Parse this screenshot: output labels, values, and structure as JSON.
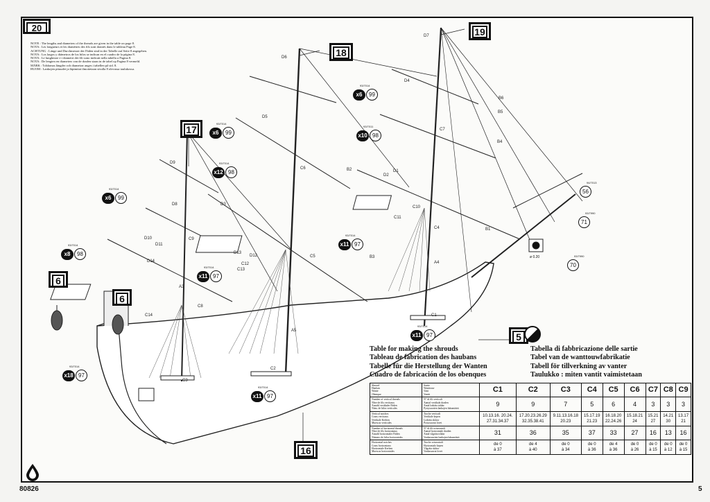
{
  "page": {
    "step": "20",
    "catalog_no": "80826",
    "page_no": "5"
  },
  "notes": [
    "NOTE : The lengths and diameters of the threads are given in the table on page 8.",
    "NOTA : Les longueurs et les diamètres des fils sont donnés dans le tableau Page 8.",
    "ACHTUNG : Länge und Durchmesser der Fäden sind in der Tabelle auf Seite 8 angegeben.",
    "NOTA : Los largos y diámetros de los hilos se indican en el cuadro de la página 8.",
    "NOTA : Le lunghezze e i diametri dei fili sono indicati nella tabella a Pagina 8.",
    "NOTA : De lengten en diameters van de draden staan in de tabel op Pagina 8 vermeld.",
    "MÄRK : Trådarnas längder och diametrar anges i tabellen på sid. 8.",
    "HUOM : Lankojen pituudet ja läpimitat ilmoitetaan sivulla 8 olevassa taulukossa."
  ],
  "steps": {
    "s6a": "6",
    "s6b": "6",
    "s16": "16",
    "s17": "17",
    "s18": "18",
    "s19": "19",
    "s5": "5"
  },
  "parts": [
    {
      "qty": "x6",
      "num": "99",
      "ref": "93/7014"
    },
    {
      "qty": "x6",
      "num": "99",
      "ref": "93/7014"
    },
    {
      "qty": "x6",
      "num": "99",
      "ref": "93/7014"
    },
    {
      "qty": "x10",
      "num": "98",
      "ref": "93/7011"
    },
    {
      "qty": "x12",
      "num": "98",
      "ref": "93/7014"
    },
    {
      "qty": "x8",
      "num": "98",
      "ref": "93/7014"
    },
    {
      "qty": "x11",
      "num": "97",
      "ref": "93/7014"
    },
    {
      "qty": "x11",
      "num": "97",
      "ref": "93/7014"
    },
    {
      "qty": "x11",
      "num": "97",
      "ref": "93/7014"
    },
    {
      "qty": "x11",
      "num": "97",
      "ref": "93/7014"
    },
    {
      "qty": "x18",
      "num": "97",
      "ref": "93/7014"
    },
    {
      "qty": "",
      "num": "56",
      "ref": "94/7013"
    },
    {
      "qty": "",
      "num": "71",
      "ref": "93/7990"
    },
    {
      "qty": "",
      "num": "70",
      "ref": "93/7990"
    }
  ],
  "reel_label": "ø 0.20",
  "rig_labels": [
    "D7",
    "D6",
    "D5",
    "D4",
    "D3",
    "D2",
    "D1",
    "D8",
    "D9",
    "D10",
    "D11",
    "D12",
    "D13",
    "D14",
    "B1",
    "B2",
    "B3",
    "B4",
    "B5",
    "B6",
    "C1",
    "C2",
    "C3",
    "C4",
    "C5",
    "C6",
    "C7",
    "C8",
    "C9",
    "C10",
    "C11",
    "C12",
    "C13",
    "C14",
    "A4",
    "A3",
    "A5"
  ],
  "table": {
    "titles_left": [
      "Table for making the shrouds",
      "Tableau de fabrication des haubans",
      "Tabelle für die Herstellung der Wanten",
      "Cuadro de fabricación de los obenques"
    ],
    "titles_right": [
      "Tabella di fabbricazione delle sartie",
      "Tabel van de wanttouwfabrikatie",
      "Tabell för tillverkning av vanter",
      "Taulukko : miten vantit vaimistetaan"
    ],
    "columns": [
      "C1",
      "C2",
      "C3",
      "C4",
      "C5",
      "C6",
      "C7",
      "C8",
      "C9"
    ],
    "rows": [
      {
        "label_a": [
          "Shroud",
          "Hauban",
          "Wante",
          "Obenque"
        ],
        "label_b": [
          "Sartie",
          "Wanttouw",
          "Vant",
          "Vantti"
        ],
        "values": [
          "C1",
          "C2",
          "C3",
          "C4",
          "C5",
          "C6",
          "C7",
          "C8",
          "C9"
        ],
        "kind": "header"
      },
      {
        "label_a": [
          "Number of vertical threads",
          "Nbre de fils verticaux",
          "Anzahl vertikaler Fäden",
          "Núm. de hilos verticales"
        ],
        "label_b": [
          "N° di fili verticali",
          "Aantal vertikale draden",
          "Antal lodräta trådar",
          "Pystysuorien lankojen lukumäärä"
        ],
        "values": [
          "9",
          "9",
          "7",
          "5",
          "6",
          "4",
          "3",
          "3",
          "3"
        ],
        "kind": "big"
      },
      {
        "label_a": [
          "Vertical notches",
          "Crans verticaux",
          "Vertikale Kerben",
          "Muescas verticales"
        ],
        "label_b": [
          "Tacche verticali",
          "Vertikale kepen",
          "Lodräta skåror",
          "Pystysuorat lovet"
        ],
        "values": [
          [
            "10.13.16. 20.24.",
            "27.31.34.37"
          ],
          [
            "17.20.23.26.29",
            "32.35.38.41"
          ],
          [
            "9.11.13.16.18",
            "20.23"
          ],
          [
            "15.17.19",
            "21.23"
          ],
          [
            "16.18.20",
            "22.24.26"
          ],
          [
            "15.18.21",
            "24"
          ],
          [
            "15.21",
            "27"
          ],
          [
            "14.21",
            "30"
          ],
          [
            "13.17",
            "21"
          ]
        ],
        "kind": "mid"
      },
      {
        "label_a": [
          "Number of horizontal threads",
          "Nbre de fils horizontaux",
          "Anzahl horizontaler Fäden",
          "Número de hilos horizontales"
        ],
        "label_b": [
          "N° di fili orizzontali",
          "Aantal horizontale draden",
          "Antal vågräta trådar",
          "Vaakasuorien lankojen lukumäärä"
        ],
        "values": [
          "31",
          "36",
          "35",
          "37",
          "33",
          "27",
          "16",
          "13",
          "16"
        ],
        "kind": "big"
      },
      {
        "label_a": [
          "Horizontal notches",
          "Crans horizontaux",
          "Horizontale Kerben",
          "Muescas horizontales"
        ],
        "label_b": [
          "Tacche orizzontali",
          "Horizontale kepen",
          "Vågräta skåror",
          "Vaakasuorat lovet"
        ],
        "values": [
          [
            "de 0",
            "à 37"
          ],
          [
            "de 4",
            "à 40"
          ],
          [
            "de 0",
            "à 34"
          ],
          [
            "de 0",
            "à 36"
          ],
          [
            "de 4",
            "à 36"
          ],
          [
            "de 0",
            "à 26"
          ],
          [
            "de 0",
            "à 15"
          ],
          [
            "de 0",
            "à 12"
          ],
          [
            "de 0",
            "à 15"
          ]
        ],
        "kind": "mid"
      }
    ]
  }
}
